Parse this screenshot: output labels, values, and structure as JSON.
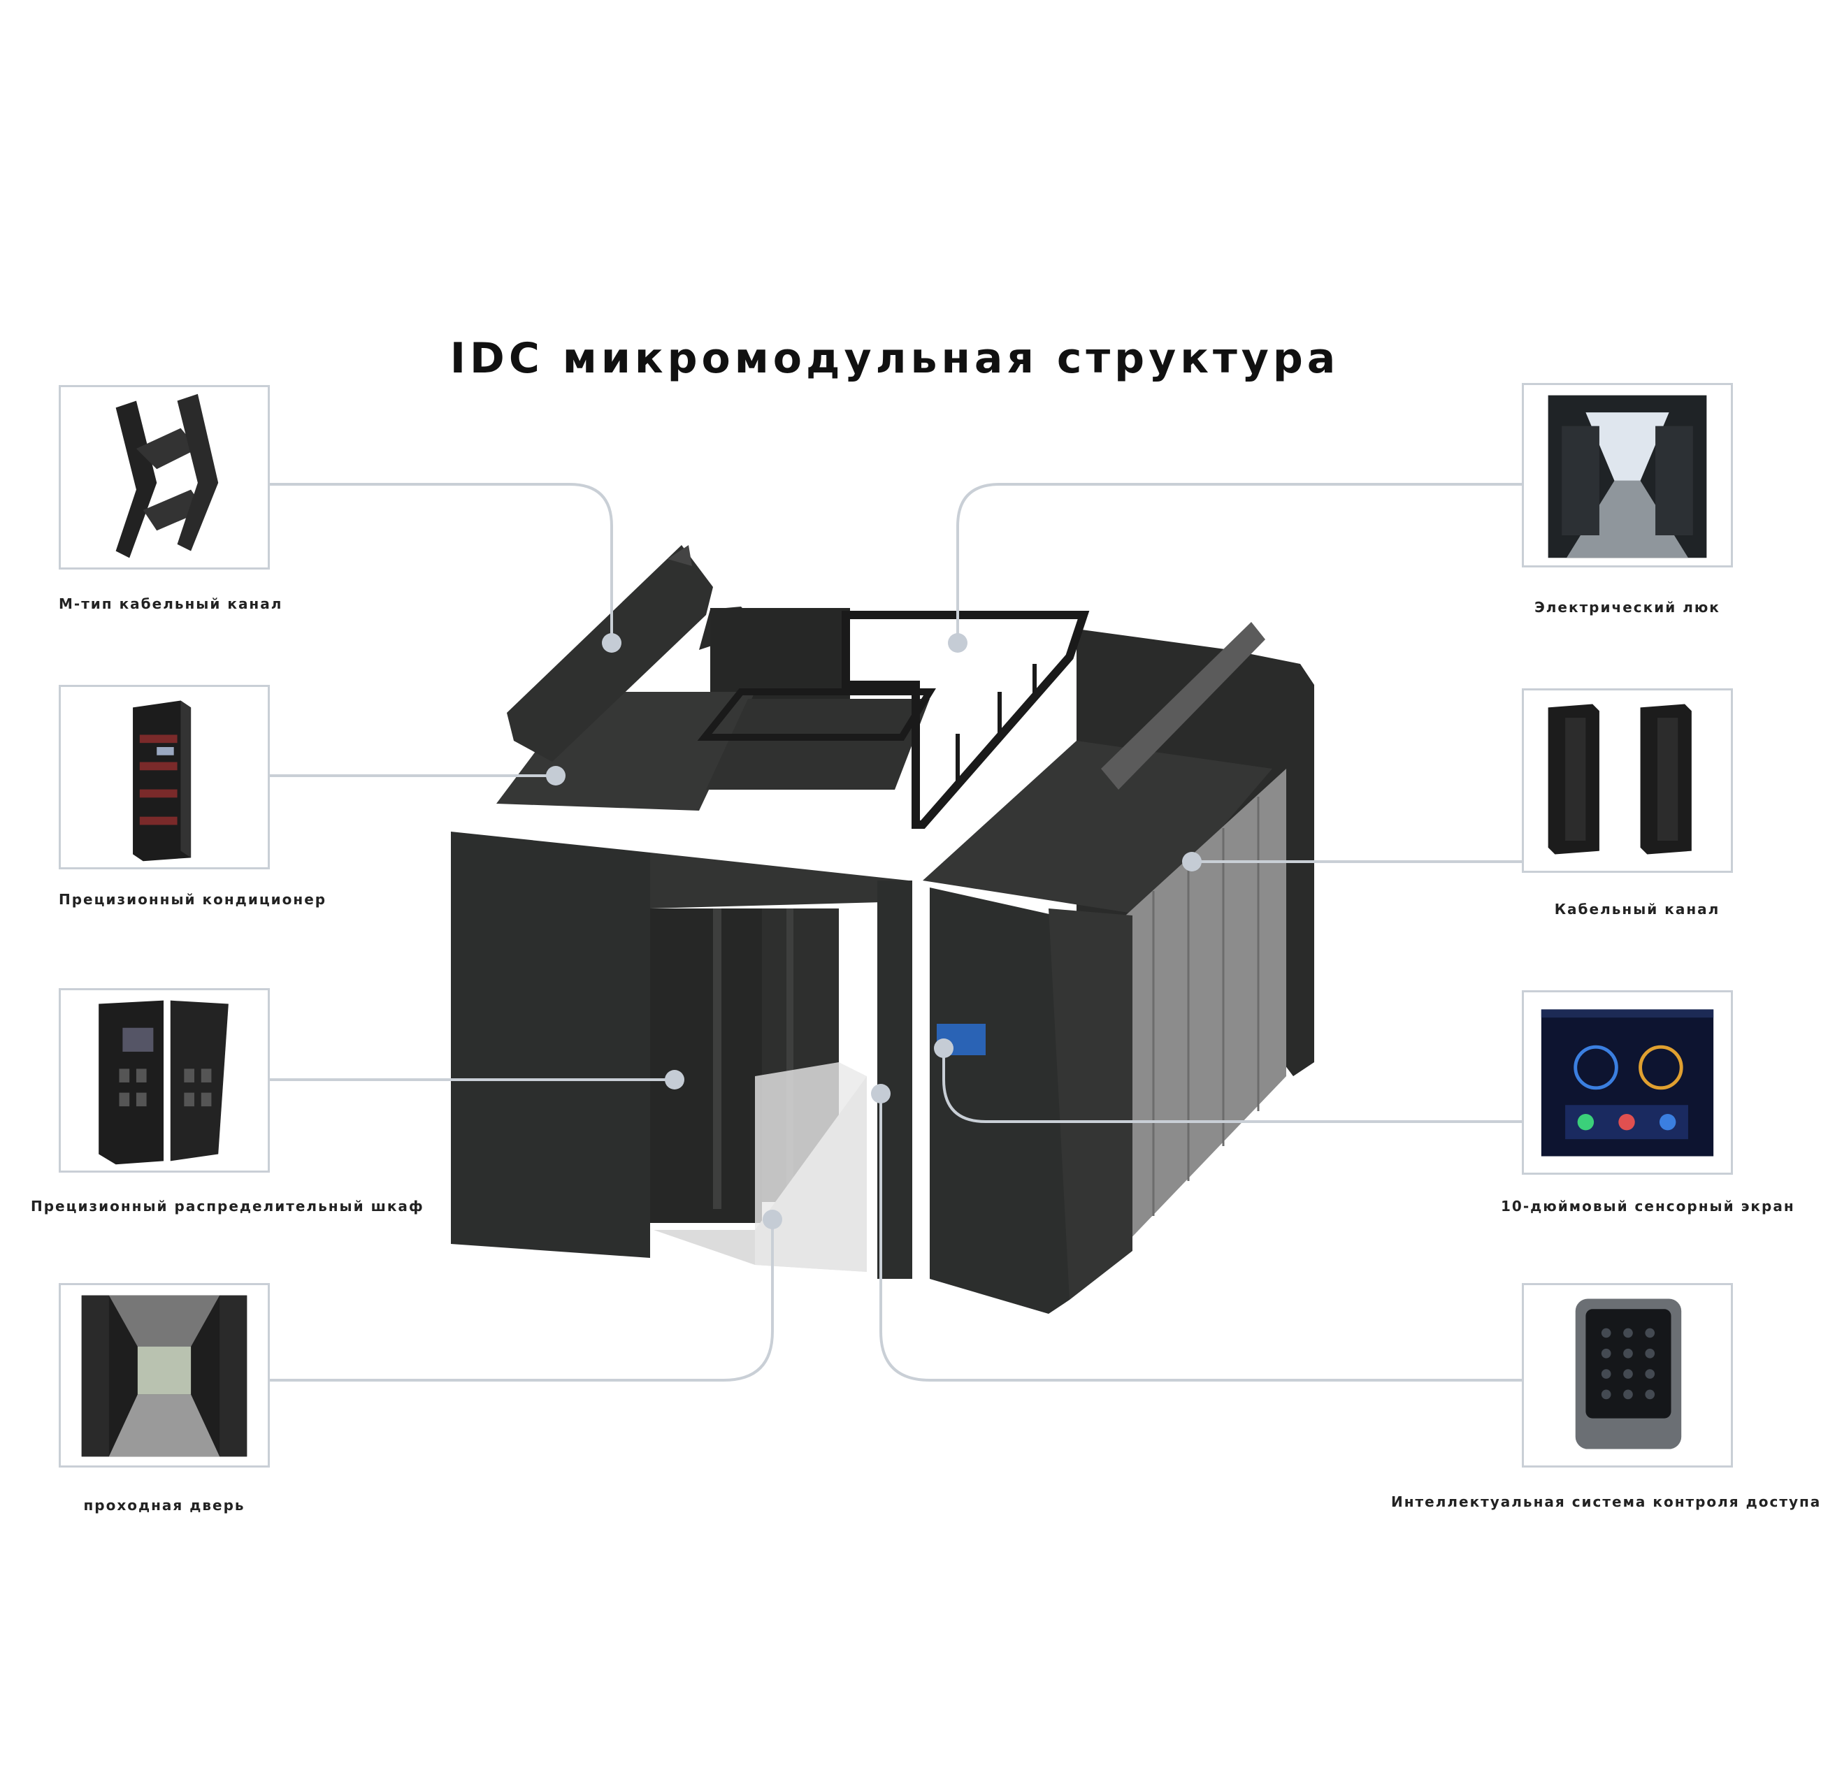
{
  "title": "IDC микромодульная структура",
  "components": {
    "m_cable_channel": {
      "label": "М-тип кабельный канал",
      "icon": "m-type-cable-tray-icon"
    },
    "precision_ac": {
      "label": "Прецизионный кондиционер",
      "icon": "precision-air-conditioner-icon"
    },
    "precision_pdu": {
      "label": "Прецизионный распределительный шкаф",
      "icon": "power-distribution-cabinet-icon"
    },
    "pass_door": {
      "label": "проходная дверь",
      "icon": "aisle-door-icon"
    },
    "skylight": {
      "label": "Электрический люк",
      "icon": "electric-skylight-icon"
    },
    "cable_cabinet": {
      "label": "Кабельный канал",
      "icon": "server-rack-icon"
    },
    "touch_screen": {
      "label": "10-дюймовый сенсорный экран",
      "icon": "touch-screen-icon"
    },
    "access_control": {
      "label": "Интеллектуальная система контроля доступа",
      "icon": "keypad-access-icon"
    }
  },
  "colors": {
    "line": "#c9cfd6",
    "dot": "#c5ccd5",
    "cabinet": "#2c2e2d",
    "frame": "#1b1b1b",
    "panel_gray": "#8d8d8d"
  }
}
